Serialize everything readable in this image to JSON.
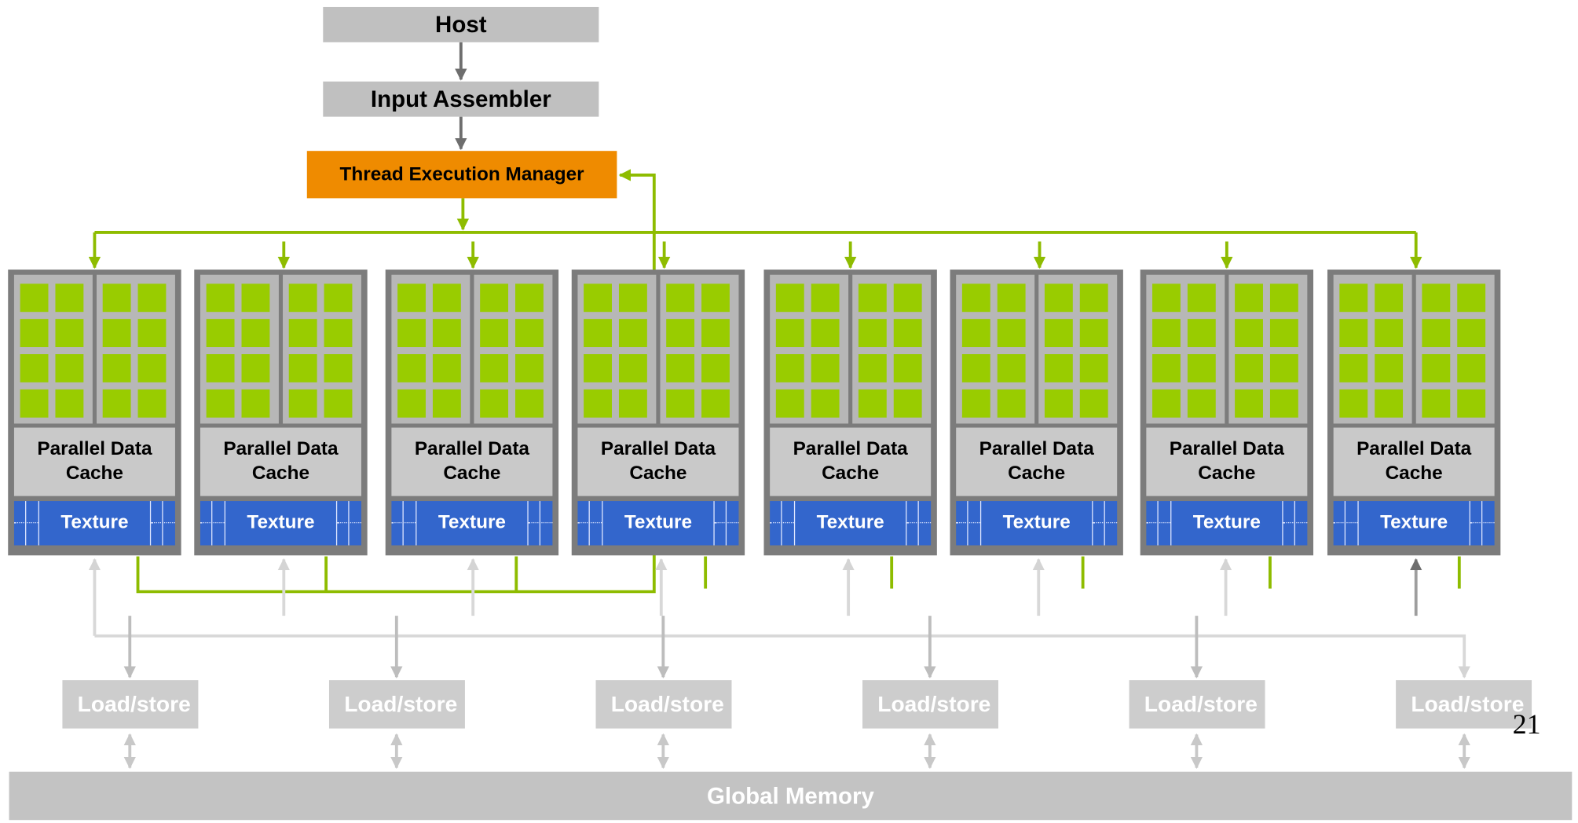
{
  "diagram": {
    "host_label": "Host",
    "input_assembler_label": "Input Assembler",
    "thread_execution_manager_label": "Thread Execution Manager",
    "multiprocessors": [
      {
        "cache_label": "Parallel Data\nCache",
        "texture_label": "Texture"
      },
      {
        "cache_label": "Parallel Data\nCache",
        "texture_label": "Texture"
      },
      {
        "cache_label": "Parallel Data\nCache",
        "texture_label": "Texture"
      },
      {
        "cache_label": "Parallel Data\nCache",
        "texture_label": "Texture"
      },
      {
        "cache_label": "Parallel Data\nCache",
        "texture_label": "Texture"
      },
      {
        "cache_label": "Parallel Data\nCache",
        "texture_label": "Texture"
      },
      {
        "cache_label": "Parallel Data\nCache",
        "texture_label": "Texture"
      },
      {
        "cache_label": "Parallel Data\nCache",
        "texture_label": "Texture"
      }
    ],
    "load_store_units": [
      "Load/store",
      "Load/store",
      "Load/store",
      "Load/store",
      "Load/store",
      "Load/store"
    ],
    "global_memory_label": "Global Memory",
    "page_number": "21"
  },
  "colors": {
    "gray_box": "#c0c0c0",
    "orange": "#ef8b00",
    "green": "#99cc00",
    "texture_blue": "#3366cc",
    "dark_frame": "#7c7c7c",
    "arrow_dark": "#6e6e6e",
    "arrow_light": "#d8d8d8"
  }
}
